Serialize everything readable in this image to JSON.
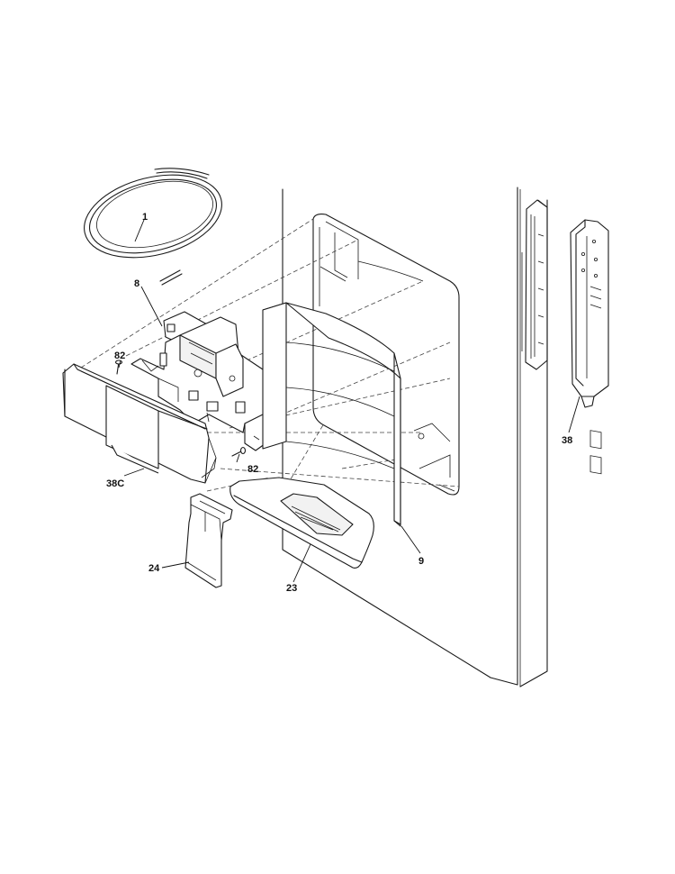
{
  "diagram": {
    "callouts": [
      {
        "id": "label-1",
        "text": "1"
      },
      {
        "id": "label-8",
        "text": "8"
      },
      {
        "id": "label-82-top",
        "text": "82"
      },
      {
        "id": "label-82-bottom",
        "text": "82"
      },
      {
        "id": "label-38c",
        "text": "38C"
      },
      {
        "id": "label-24",
        "text": "24"
      },
      {
        "id": "label-23",
        "text": "23"
      },
      {
        "id": "label-9",
        "text": "9"
      },
      {
        "id": "label-38",
        "text": "38"
      }
    ]
  }
}
